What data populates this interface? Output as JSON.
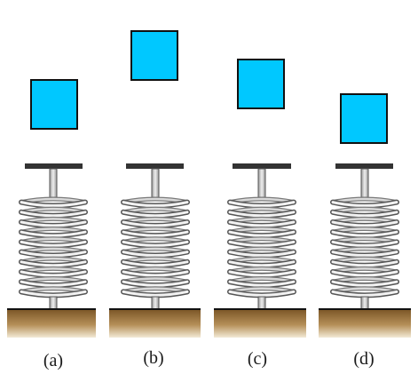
{
  "figure": {
    "panels": [
      {
        "id": "a",
        "label": "(a)"
      },
      {
        "id": "b",
        "label": "(b)"
      },
      {
        "id": "c",
        "label": "(c)"
      },
      {
        "id": "d",
        "label": "(d)"
      }
    ]
  },
  "colors": {
    "block_fill": "#00c8ff",
    "block_stroke": "#111111",
    "plate": "#333333",
    "coil": "#c8c8c8",
    "ground_light": "#d8c28a",
    "ground_dark": "#7a5526",
    "ground_top": "#111111"
  }
}
